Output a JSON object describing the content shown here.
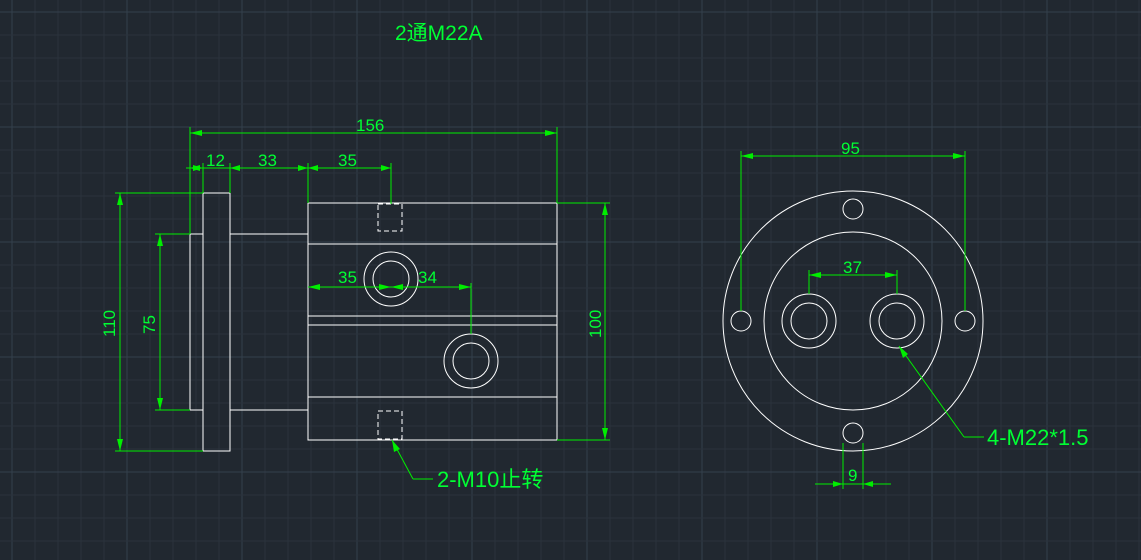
{
  "title": "2通M22A",
  "dimensions": {
    "overall_length": "156",
    "flange_thickness": "12",
    "neck_length": "33",
    "slot_offset": "35",
    "port1_offset": "35",
    "port2_offset": "34",
    "flange_diameter": "110",
    "neck_diameter": "75",
    "body_height": "100",
    "bolt_circle": "95",
    "port_spacing": "37",
    "hole_width": "9"
  },
  "callouts": {
    "ports": "4-M22*1.5",
    "anti_rotation": "2-M10止转"
  },
  "colors": {
    "background": "#212830",
    "geometry": "#ffffff",
    "dimensions": "#00ff33"
  }
}
